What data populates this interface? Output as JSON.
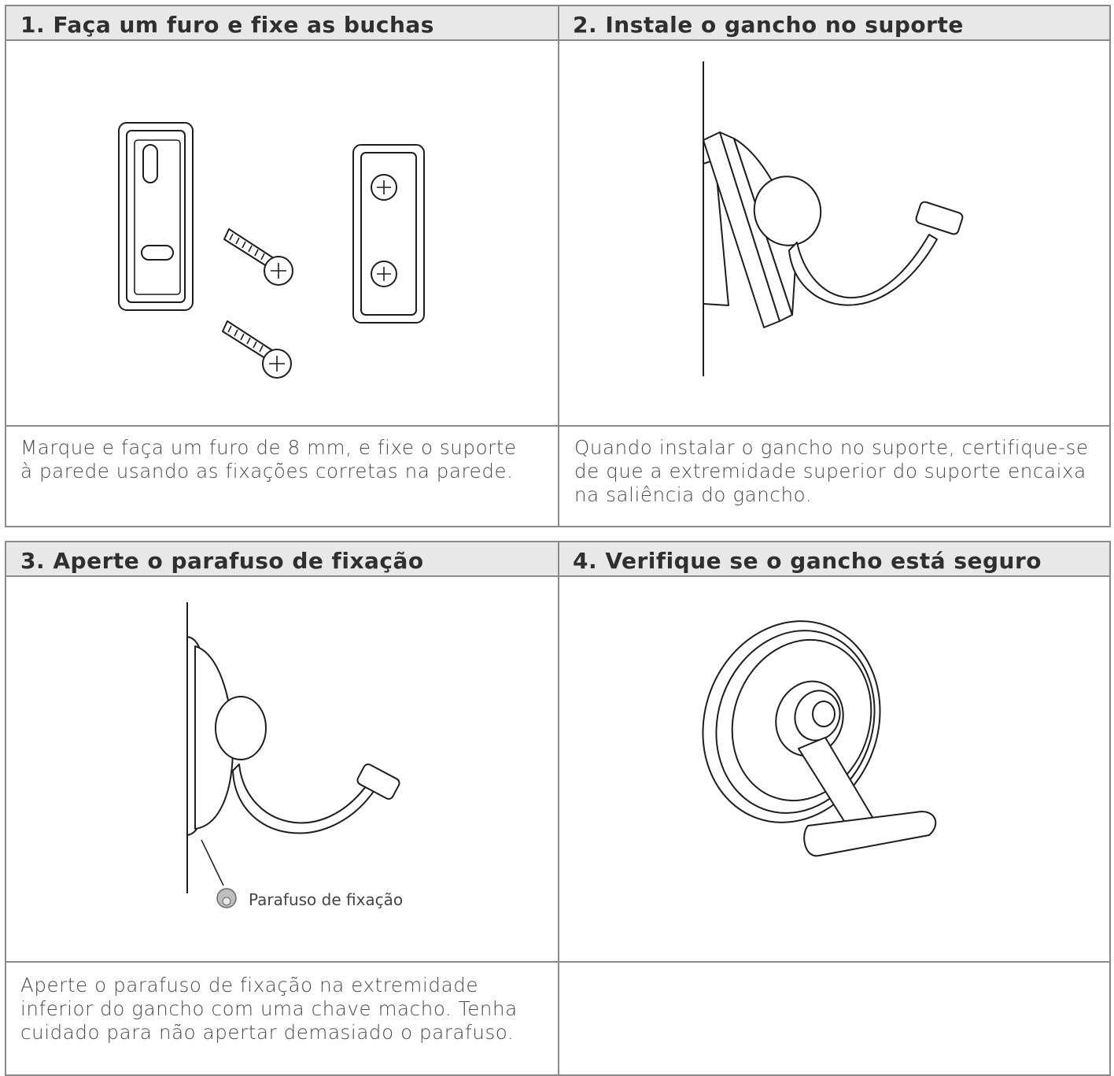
{
  "steps": [
    {
      "title": "1.  Faça um furo e fixe as buchas",
      "description": [
        "Marque e faça um furo de 8 mm, e fixe o suporte",
        "à parede usando as fixações corretas na parede."
      ]
    },
    {
      "title": "2. Instale o gancho no suporte",
      "description": [
        "Quando instalar o gancho no suporte, certifique-se",
        "de que a extremidade superior do suporte encaixa",
        "na saliência do gancho."
      ]
    },
    {
      "title": "3. Aperte o parafuso de fixação",
      "description": [
        "Aperte o parafuso de fixação na extremidade",
        "inferior do gancho com uma chave macho. Tenha",
        "cuidado para não apertar demasiado o parafuso."
      ],
      "callout": "Parafuso de fixação"
    },
    {
      "title": "4. Verifique se o gancho está seguro",
      "description": []
    }
  ]
}
